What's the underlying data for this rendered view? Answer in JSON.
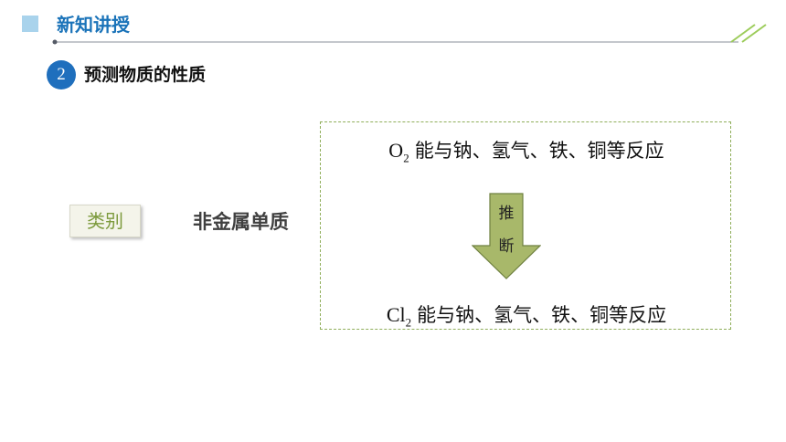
{
  "header": {
    "title": "新知讲授"
  },
  "section": {
    "number": "2",
    "title": "预测物质的性质"
  },
  "category": {
    "label": "类别",
    "value": "非金属单质"
  },
  "reasoning": {
    "top": {
      "formula": "O",
      "subscript": "2",
      "text": "能与钠、氢气、铁、铜等反应"
    },
    "arrow": {
      "char1": "推",
      "char2": "断"
    },
    "bottom": {
      "formula": "Cl",
      "subscript": "2",
      "text": "能与钠、氢气、铁、铜等反应"
    }
  },
  "colors": {
    "title_blue": "#1a73b9",
    "badge_blue": "#1f6fbd",
    "arrow_fill": "#a8b86a",
    "dash_green": "#8fae5a",
    "label_green": "#7c9a3c"
  }
}
